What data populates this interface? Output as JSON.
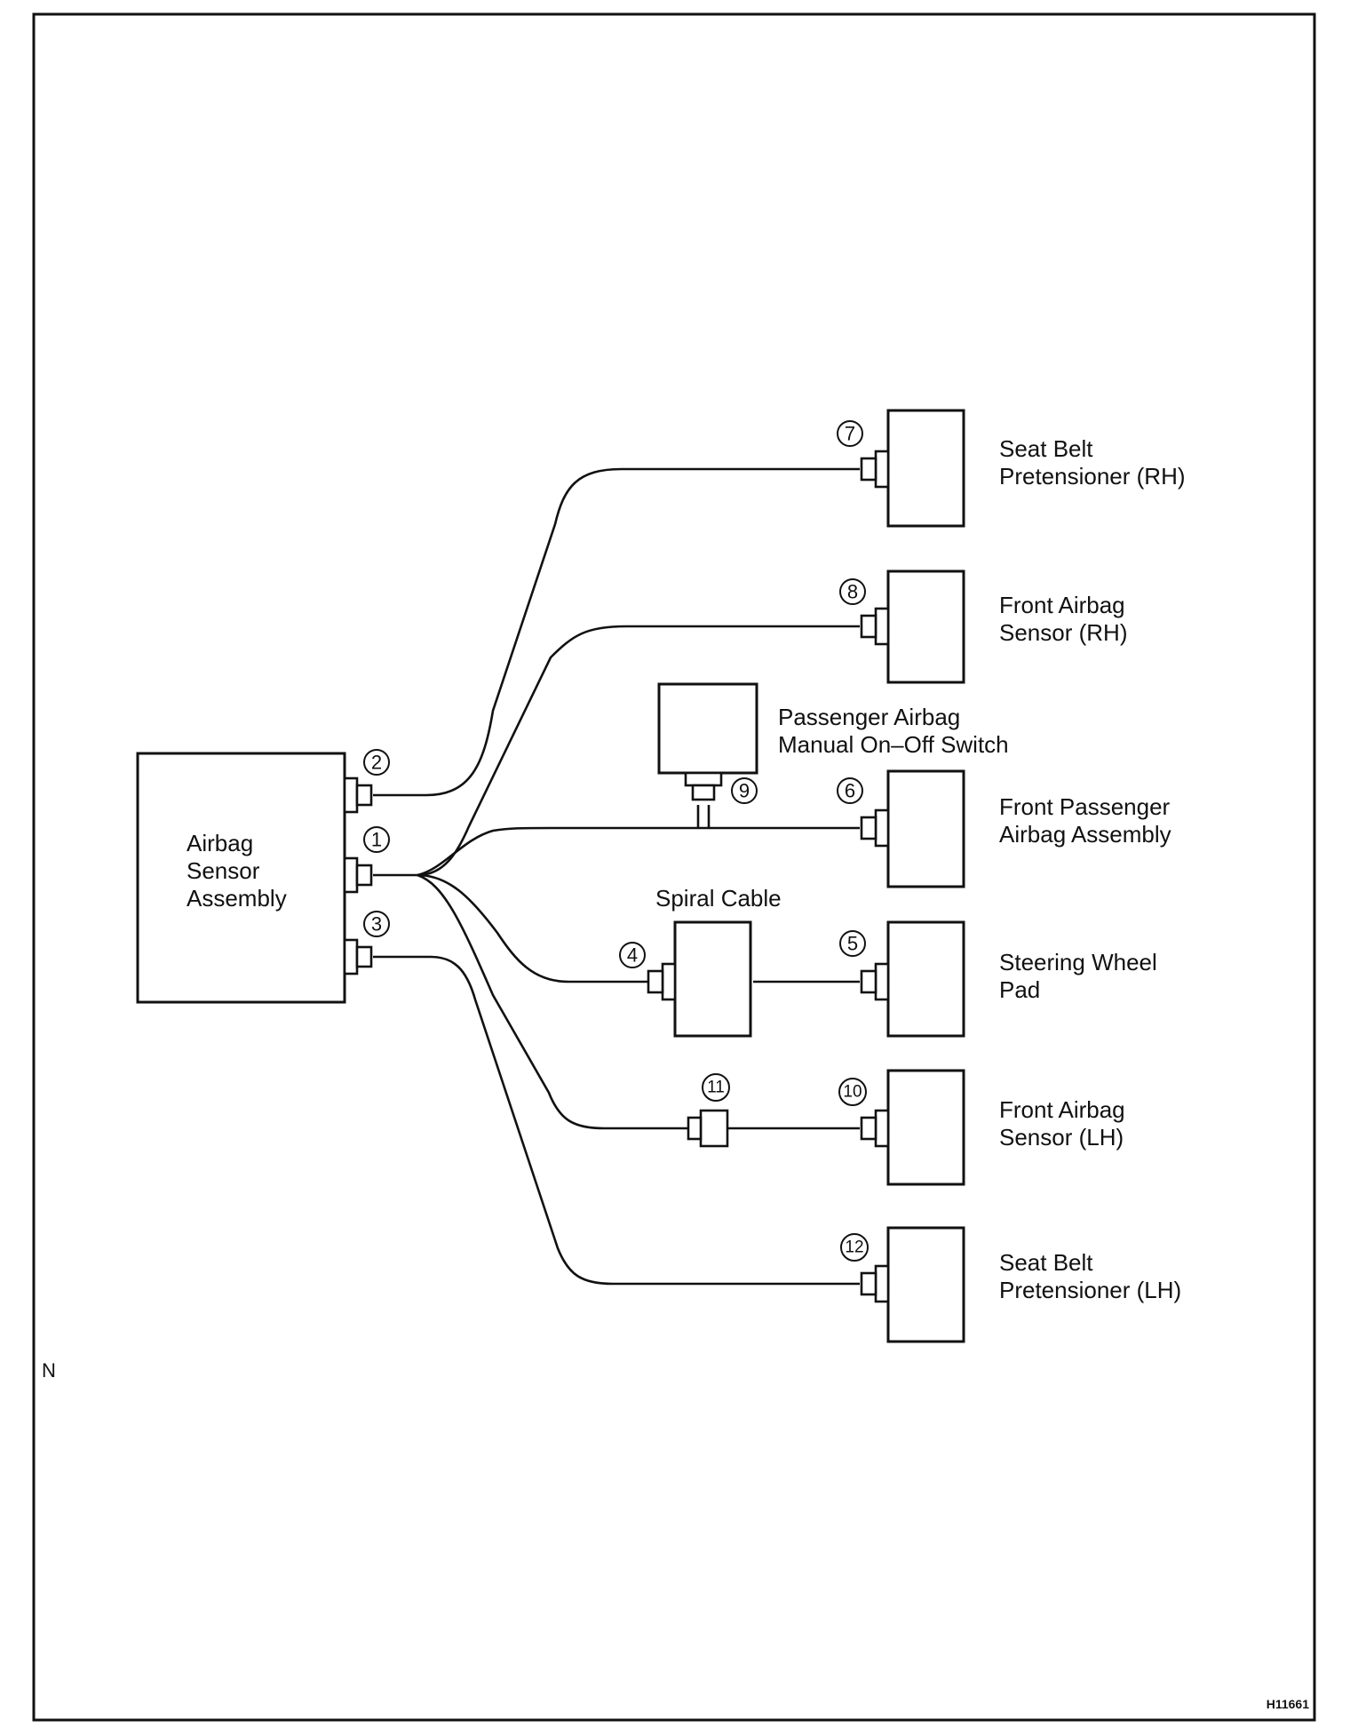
{
  "labels": {
    "airbag_sensor": [
      "Airbag",
      "Sensor",
      "Assembly"
    ],
    "seat_belt_rh": [
      "Seat Belt",
      "Pretensioner (RH)"
    ],
    "front_sensor_rh": [
      "Front Airbag",
      "Sensor (RH)"
    ],
    "passenger_switch": [
      "Passenger Airbag",
      "Manual On–Off Switch"
    ],
    "front_passenger_airbag": [
      "Front Passenger",
      "Airbag Assembly"
    ],
    "spiral_cable": "Spiral Cable",
    "steering_wheel_pad": [
      "Steering Wheel",
      "Pad"
    ],
    "front_sensor_lh": [
      "Front Airbag",
      "Sensor (LH)"
    ],
    "seat_belt_lh": [
      "Seat Belt",
      "Pretensioner (LH)"
    ]
  },
  "connector_numbers": {
    "c1": "1",
    "c2": "2",
    "c3": "3",
    "c4": "4",
    "c5": "5",
    "c6": "6",
    "c7": "7",
    "c8": "8",
    "c9": "9",
    "c10": "10",
    "c11": "11",
    "c12": "12"
  },
  "side_mark": "N",
  "figure_code": "H11661"
}
